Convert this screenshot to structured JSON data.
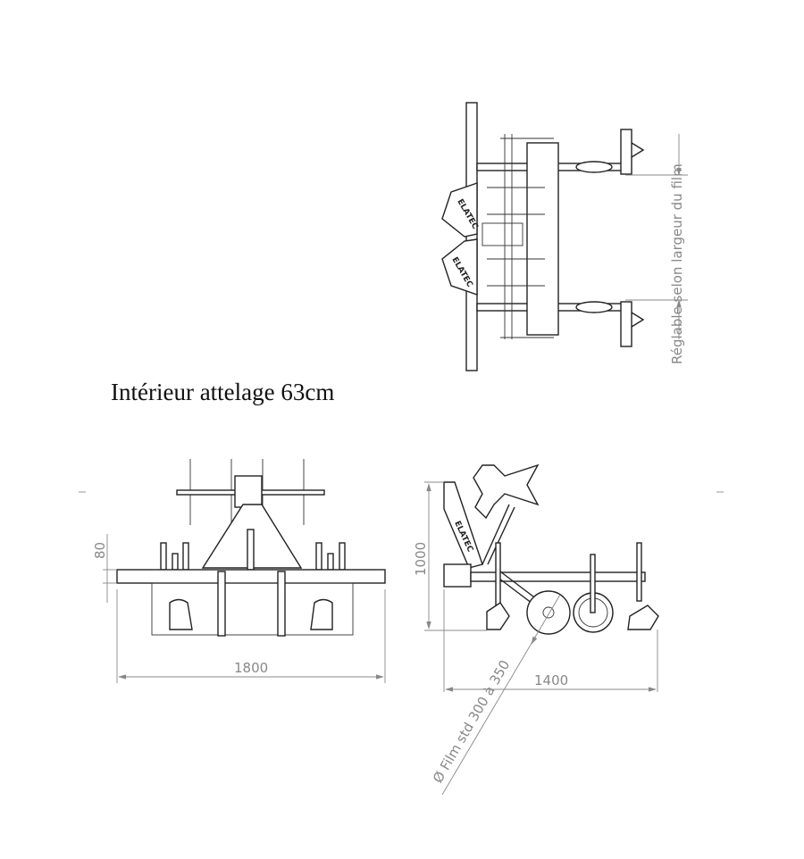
{
  "title": "Intérieur attelage 63cm",
  "dimensions": {
    "film_width_note": "Réglable selon largeur du film",
    "hitch_height": "80",
    "total_width": "1800",
    "height": "1000",
    "length": "1400",
    "film_diameter": "Ø Film std 300 à 350"
  },
  "logo": "ELATEC"
}
